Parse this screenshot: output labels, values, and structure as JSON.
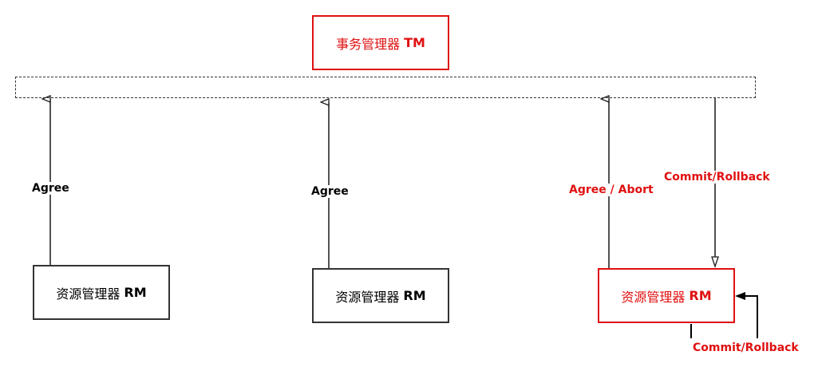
{
  "colors": {
    "red": "#e01010",
    "black": "#1a1a1a"
  },
  "tm": {
    "name_cn": "事务管理器",
    "name_en": "TM"
  },
  "rm1": {
    "name_cn": "资源管理器",
    "name_en": "RM",
    "label": "Agree"
  },
  "rm2": {
    "name_cn": "资源管理器",
    "name_en": "RM",
    "label": "Agree"
  },
  "rm3": {
    "name_cn": "资源管理器",
    "name_en": "RM",
    "vote_label": "Agree / Abort",
    "decision_label": "Commit/Rollback",
    "self_label": "Commit/Rollback"
  }
}
